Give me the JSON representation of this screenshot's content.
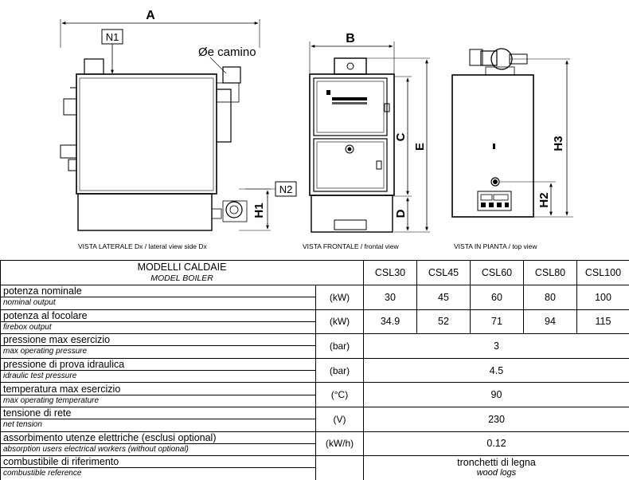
{
  "drawings": {
    "dim_A": "A",
    "dim_B": "B",
    "dim_C": "C",
    "dim_D": "D",
    "dim_E": "E",
    "dim_H1": "H1",
    "dim_H2": "H2",
    "dim_H3": "H3",
    "tag_N1": "N1",
    "tag_N2": "N2",
    "chimney_label": "Øe camino",
    "caption_side": "VISTA LATERALE Dx / lateral view side Dx",
    "caption_front": "VISTA FRONTALE / frontal view",
    "caption_top": "VISTA IN PIANTA / top view"
  },
  "table": {
    "header_main": "MODELLI CALDAIE",
    "header_sub": "MODEL BOILER",
    "models": [
      "CSL30",
      "CSL45",
      "CSL60",
      "CSL80",
      "CSL100"
    ],
    "rows": [
      {
        "label": "potenza nominale",
        "sub": "nominal output",
        "unit": "(kW)",
        "values": [
          "30",
          "45",
          "60",
          "80",
          "100"
        ]
      },
      {
        "label": "potenza al focolare",
        "sub": "firebox output",
        "unit": "(kW)",
        "values": [
          "34.9",
          "52",
          "71",
          "94",
          "115"
        ]
      },
      {
        "label": "pressione max esercizio",
        "sub": "max operating pressure",
        "unit": "(bar)",
        "value": "3"
      },
      {
        "label": "pressione di prova idraulica",
        "sub": "idraulic test pressure",
        "unit": "(bar)",
        "value": "4.5"
      },
      {
        "label": "temperatura max esercizio",
        "sub": "max operating temperature",
        "unit": "(°C)",
        "value": "90"
      },
      {
        "label": "tensione di rete",
        "sub": "net tension",
        "unit": "(V)",
        "value": "230"
      },
      {
        "label": "assorbimento utenze elettriche (esclusi optional)",
        "sub": "absorption users electrical workers (without optional)",
        "unit": "(kW/h)",
        "value": "0.12"
      },
      {
        "label": "combustibile di riferimento",
        "sub": "combustible reference",
        "unit": "",
        "value": "tronchetti di legna",
        "value_sub": "wood logs"
      }
    ]
  }
}
